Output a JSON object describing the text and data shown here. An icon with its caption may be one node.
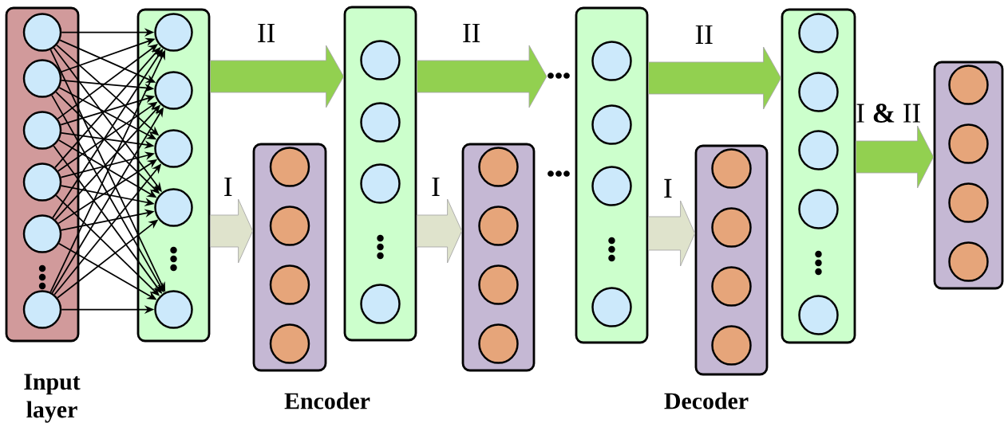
{
  "diagram": {
    "nodes": [
      {
        "text": [],
        "shape": "box"
      },
      {
        "text": [],
        "shape": "circle",
        "in": 0
      },
      {
        "text": [],
        "shape": "circle",
        "in": 0
      },
      {
        "text": [],
        "shape": "circle",
        "in": 0
      },
      {
        "text": [],
        "shape": "circle",
        "in": 0
      },
      {
        "text": [],
        "shape": "circle",
        "in": 0
      },
      {
        "text": [],
        "shape": "circle",
        "in": 0
      },
      {
        "text": [],
        "shape": "box"
      },
      {
        "text": [],
        "shape": "circle",
        "in": 7
      },
      {
        "text": [],
        "shape": "circle",
        "in": 7
      },
      {
        "text": [],
        "shape": "circle",
        "in": 7
      },
      {
        "text": [],
        "shape": "circle",
        "in": 7
      },
      {
        "text": [],
        "shape": "circle",
        "in": 7
      },
      {
        "text": [],
        "shape": "box"
      },
      {
        "text": [],
        "shape": "circle",
        "in": 13
      },
      {
        "text": [],
        "shape": "circle",
        "in": 13
      },
      {
        "text": [],
        "shape": "circle",
        "in": 13
      },
      {
        "text": [],
        "shape": "circle",
        "in": 13
      },
      {
        "text": [],
        "shape": "box"
      },
      {
        "text": [],
        "shape": "circle",
        "in": 18
      },
      {
        "text": [],
        "shape": "circle",
        "in": 18
      },
      {
        "text": [],
        "shape": "circle",
        "in": 18
      },
      {
        "text": [],
        "shape": "circle",
        "in": 18
      },
      {
        "text": [],
        "shape": "box"
      },
      {
        "text": [],
        "shape": "circle",
        "in": 23
      },
      {
        "text": [],
        "shape": "circle",
        "in": 23
      },
      {
        "text": [],
        "shape": "circle",
        "in": 23
      },
      {
        "text": [],
        "shape": "circle",
        "in": 23
      },
      {
        "text": [],
        "shape": "box"
      },
      {
        "text": [],
        "shape": "circle",
        "in": 28
      },
      {
        "text": [],
        "shape": "circle",
        "in": 28
      },
      {
        "text": [],
        "shape": "circle",
        "in": 28
      },
      {
        "text": [],
        "shape": "circle",
        "in": 28
      },
      {
        "text": [],
        "shape": "box"
      },
      {
        "text": [],
        "shape": "circle",
        "in": 33
      },
      {
        "text": [],
        "shape": "circle",
        "in": 33
      },
      {
        "text": [],
        "shape": "circle",
        "in": 33
      },
      {
        "text": [],
        "shape": "circle",
        "in": 33
      },
      {
        "text": [],
        "shape": "box"
      },
      {
        "text": [],
        "shape": "circle",
        "in": 38
      },
      {
        "text": [],
        "shape": "circle",
        "in": 38
      },
      {
        "text": [],
        "shape": "circle",
        "in": 38
      },
      {
        "text": [],
        "shape": "circle",
        "in": 38
      },
      {
        "text": [],
        "shape": "circle",
        "in": 38
      },
      {
        "text": [],
        "shape": "box"
      },
      {
        "text": [],
        "shape": "circle",
        "in": 44
      },
      {
        "text": [],
        "shape": "circle",
        "in": 44
      },
      {
        "text": [],
        "shape": "circle",
        "in": 44
      },
      {
        "text": [],
        "shape": "circle",
        "in": 44
      }
    ],
    "edges": [
      {
        "from": 1,
        "to": 8,
        "arrow": "to"
      },
      {
        "from": 1,
        "to": 9,
        "arrow": "to"
      },
      {
        "from": 1,
        "to": 10,
        "arrow": "to"
      },
      {
        "from": 1,
        "to": 11,
        "arrow": "to"
      },
      {
        "from": 1,
        "to": 12,
        "arrow": "to"
      },
      {
        "from": 2,
        "to": 8,
        "arrow": "to"
      },
      {
        "from": 2,
        "to": 9,
        "arrow": "to"
      },
      {
        "from": 2,
        "to": 10,
        "arrow": "to"
      },
      {
        "from": 2,
        "to": 11,
        "arrow": "to"
      },
      {
        "from": 2,
        "to": 12,
        "arrow": "to"
      },
      {
        "from": 3,
        "to": 8,
        "arrow": "to"
      },
      {
        "from": 3,
        "to": 9,
        "arrow": "to"
      },
      {
        "from": 3,
        "to": 10,
        "arrow": "to"
      },
      {
        "from": 3,
        "to": 11,
        "arrow": "to"
      },
      {
        "from": 3,
        "to": 12,
        "arrow": "to"
      },
      {
        "from": 4,
        "to": 8,
        "arrow": "to"
      },
      {
        "from": 4,
        "to": 9,
        "arrow": "to"
      },
      {
        "from": 4,
        "to": 10,
        "arrow": "to"
      },
      {
        "from": 4,
        "to": 11,
        "arrow": "to"
      },
      {
        "from": 4,
        "to": 12,
        "arrow": "to"
      },
      {
        "from": 5,
        "to": 8,
        "arrow": "to"
      },
      {
        "from": 5,
        "to": 9,
        "arrow": "to"
      },
      {
        "from": 5,
        "to": 10,
        "arrow": "to"
      },
      {
        "from": 5,
        "to": 11,
        "arrow": "to"
      },
      {
        "from": 5,
        "to": 12,
        "arrow": "to"
      },
      {
        "from": 6,
        "to": 8,
        "arrow": "to"
      },
      {
        "from": 6,
        "to": 9,
        "arrow": "to"
      },
      {
        "from": 6,
        "to": 10,
        "arrow": "to"
      },
      {
        "from": 6,
        "to": 11,
        "arrow": "to"
      },
      {
        "from": 6,
        "to": 12,
        "arrow": "to"
      },
      {
        "from": 7,
        "to": 18,
        "arrow": "to",
        "label": "II",
        "style": "thick",
        "color": "#92d050"
      },
      {
        "from": 7,
        "to": 13,
        "arrow": "to",
        "label": "I",
        "style": "thick",
        "color": "#dfe3cc"
      },
      {
        "from": 18,
        "to": null,
        "arrow": "to",
        "label": "II",
        "style": "thick",
        "color": "#92d050"
      },
      {
        "from": 18,
        "to": 23,
        "arrow": "to",
        "label": "I",
        "style": "thick",
        "color": "#dfe3cc"
      },
      {
        "from": 28,
        "to": 38,
        "arrow": "to",
        "label": "II",
        "style": "thick",
        "color": "#92d050"
      },
      {
        "from": 28,
        "to": 33,
        "arrow": "to",
        "label": "I",
        "style": "thick",
        "color": "#dfe3cc"
      },
      {
        "from": 38,
        "to": 44,
        "arrow": "to",
        "label": "I **&** II",
        "style": "thick",
        "color": "#92d050"
      }
    ],
    "labels": [
      "Input layer",
      "Encoder",
      "Decoder"
    ]
  }
}
